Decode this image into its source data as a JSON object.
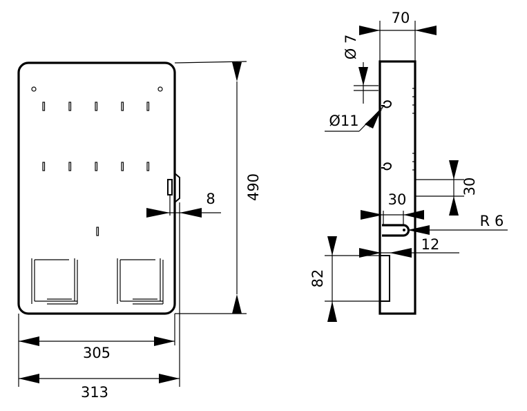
{
  "front_view": {
    "width_inner": "305",
    "width_outer": "313",
    "height": "490",
    "lock_offset": "8"
  },
  "side_view": {
    "depth": "70",
    "hole_small": "Ø 7",
    "hole_large": "Ø11",
    "hook_spacing": "30",
    "slot_offset": "30",
    "slot_radius": "R 6",
    "slot_width": "12",
    "pocket_height": "82"
  }
}
